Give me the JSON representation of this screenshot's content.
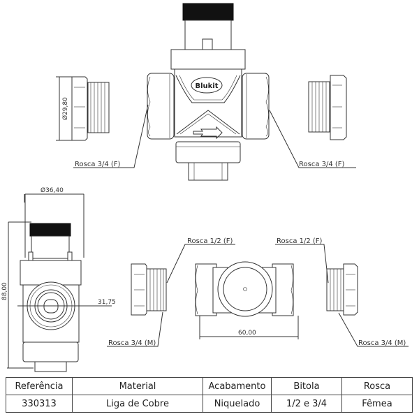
{
  "labels": {
    "top_left_thread": "Rosca 3/4 (F)",
    "top_right_thread": "Rosca 3/4 (F)",
    "mid_left_female": "Rosca 1/2 (F)",
    "mid_right_female": "Rosca 1/2 (F)",
    "bottom_left_male": "Rosca 3/4 (M)",
    "bottom_right_male": "Rosca 3/4 (M)",
    "logo": "Blukit"
  },
  "dimensions": {
    "fitting_diameter": "Ø29,80",
    "knob_diameter": "Ø36,40",
    "total_height": "88,00",
    "axis_height": "31,75",
    "body_width": "60,00"
  },
  "table": {
    "headers": [
      "Referência",
      "Material",
      "Acabamento",
      "Bitola",
      "Rosca"
    ],
    "rows": [
      [
        "330313",
        "Liga de Cobre",
        "Niquelado",
        "1/2 e 3/4",
        "Fêmea"
      ]
    ]
  }
}
